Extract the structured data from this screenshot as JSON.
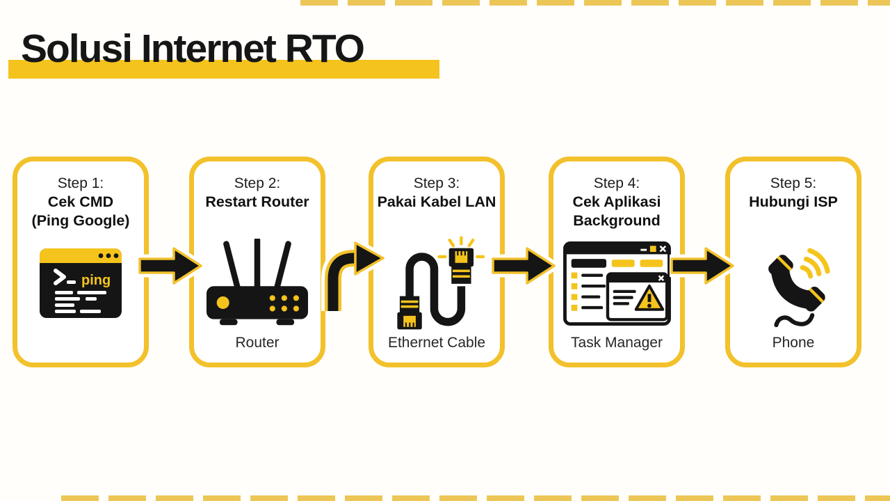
{
  "colors": {
    "accent_yellow": "#f2c12b",
    "icon_yellow": "#f5c41c",
    "highlight_yellow": "#f4c31d",
    "ink_black": "#151515"
  },
  "header": {
    "title": "Solusi Internet RTO"
  },
  "steps": [
    {
      "step_label": "Step 1:",
      "heading": "Cek CMD\n(Ping Google)",
      "caption": "",
      "icon": "terminal-icon",
      "terminal_text": "ping"
    },
    {
      "step_label": "Step 2:",
      "heading": "Restart Router",
      "caption": "Router",
      "icon": "router-icon"
    },
    {
      "step_label": "Step 3:",
      "heading": "Pakai Kabel LAN",
      "caption": "Ethernet Cable",
      "icon": "ethernet-cable-icon"
    },
    {
      "step_label": "Step 4:",
      "heading": "Cek Aplikasi\nBackground",
      "caption": "Task Manager",
      "icon": "task-manager-icon"
    },
    {
      "step_label": "Step 5:",
      "heading": "Hubungi ISP",
      "caption": "Phone",
      "icon": "phone-icon"
    }
  ],
  "connectors": [
    {
      "icon": "arrow-right-icon"
    },
    {
      "icon": "arrow-curved-right-icon"
    },
    {
      "icon": "arrow-right-icon"
    },
    {
      "icon": "arrow-right-icon"
    }
  ]
}
